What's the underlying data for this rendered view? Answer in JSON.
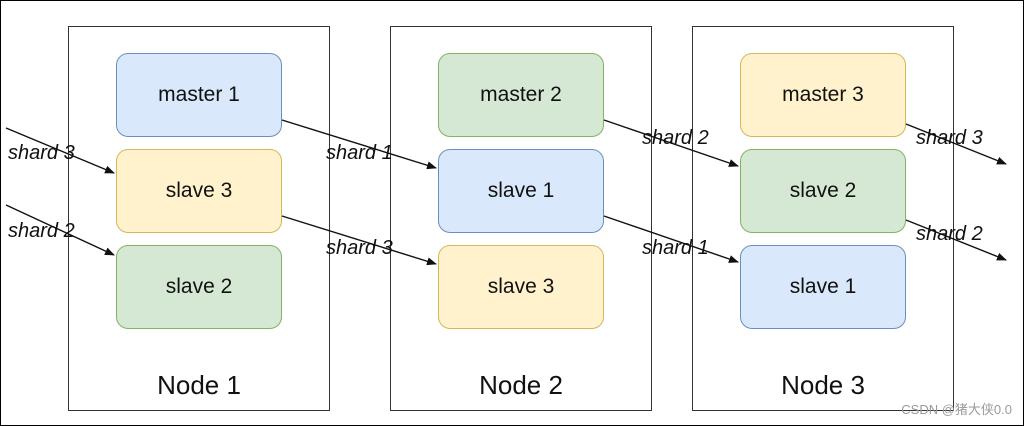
{
  "nodes": [
    {
      "label": "Node 1",
      "boxes": [
        {
          "label": "master 1",
          "color": "blue"
        },
        {
          "label": "slave 3",
          "color": "yellow"
        },
        {
          "label": "slave 2",
          "color": "green"
        }
      ]
    },
    {
      "label": "Node 2",
      "boxes": [
        {
          "label": "master 2",
          "color": "green"
        },
        {
          "label": "slave 1",
          "color": "blue"
        },
        {
          "label": "slave 3",
          "color": "yellow"
        }
      ]
    },
    {
      "label": "Node 3",
      "boxes": [
        {
          "label": "master 3",
          "color": "yellow"
        },
        {
          "label": "slave 2",
          "color": "green"
        },
        {
          "label": "slave 1",
          "color": "blue"
        }
      ]
    }
  ],
  "edges": [
    {
      "from": "outside-left",
      "to": "slave 3 (Node 1)",
      "label": "shard 3"
    },
    {
      "from": "outside-left",
      "to": "slave 2 (Node 1)",
      "label": "shard 2"
    },
    {
      "from": "master 1",
      "to": "slave 1 (Node 2)",
      "label": "shard 1"
    },
    {
      "from": "slave 3 (Node 1)",
      "to": "slave 3 (Node 2)",
      "label": "shard 3"
    },
    {
      "from": "master 2",
      "to": "slave 2 (Node 3)",
      "label": "shard 2"
    },
    {
      "from": "slave 1 (Node 2)",
      "to": "slave 1 (Node 3)",
      "label": "shard 1"
    },
    {
      "from": "master 3",
      "to": "outside-right",
      "label": "shard 3"
    },
    {
      "from": "slave 2 (Node 3)",
      "to": "outside-right",
      "label": "shard 2"
    }
  ],
  "colors": {
    "blue_fill": "#dae8fc",
    "blue_stroke": "#6c8ebf",
    "green_fill": "#d5e8d4",
    "green_stroke": "#82b366",
    "yellow_fill": "#fff2cc",
    "yellow_stroke": "#d6b656"
  },
  "watermark": "CSDN @猪大侠0.0"
}
